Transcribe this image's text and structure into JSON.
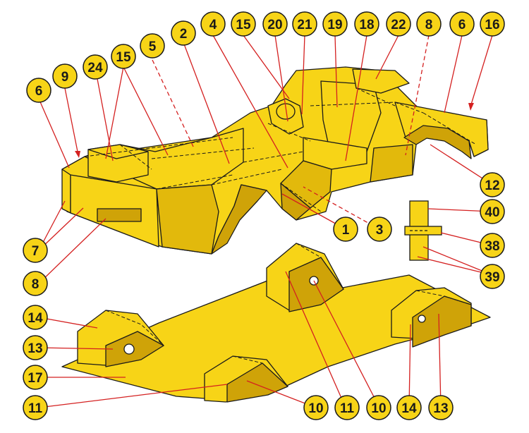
{
  "callouts": [
    {
      "id": "c6a",
      "label": "6"
    },
    {
      "id": "c9",
      "label": "9"
    },
    {
      "id": "c24",
      "label": "24"
    },
    {
      "id": "c15a",
      "label": "15"
    },
    {
      "id": "c5",
      "label": "5"
    },
    {
      "id": "c2",
      "label": "2"
    },
    {
      "id": "c4",
      "label": "4"
    },
    {
      "id": "c15b",
      "label": "15"
    },
    {
      "id": "c20",
      "label": "20"
    },
    {
      "id": "c21",
      "label": "21"
    },
    {
      "id": "c19",
      "label": "19"
    },
    {
      "id": "c18",
      "label": "18"
    },
    {
      "id": "c22",
      "label": "22"
    },
    {
      "id": "c8a",
      "label": "8"
    },
    {
      "id": "c6b",
      "label": "6"
    },
    {
      "id": "c16",
      "label": "16"
    },
    {
      "id": "c12",
      "label": "12"
    },
    {
      "id": "c40",
      "label": "40"
    },
    {
      "id": "c38",
      "label": "38"
    },
    {
      "id": "c39",
      "label": "39"
    },
    {
      "id": "c1",
      "label": "1"
    },
    {
      "id": "c3",
      "label": "3"
    },
    {
      "id": "c7",
      "label": "7"
    },
    {
      "id": "c8b",
      "label": "8"
    },
    {
      "id": "c14a",
      "label": "14"
    },
    {
      "id": "c13a",
      "label": "13"
    },
    {
      "id": "c17",
      "label": "17"
    },
    {
      "id": "c11a",
      "label": "11"
    },
    {
      "id": "c10a",
      "label": "10"
    },
    {
      "id": "c11b",
      "label": "11"
    },
    {
      "id": "c10b",
      "label": "10"
    },
    {
      "id": "c14b",
      "label": "14"
    },
    {
      "id": "c13b",
      "label": "13"
    }
  ],
  "colors": {
    "part_fill": "#f7d417",
    "part_shade": "#e2b90c",
    "part_dark": "#cfa308",
    "outline": "#1a1a1a",
    "leader": "#d42020",
    "callout_fill": "#f7d417"
  }
}
